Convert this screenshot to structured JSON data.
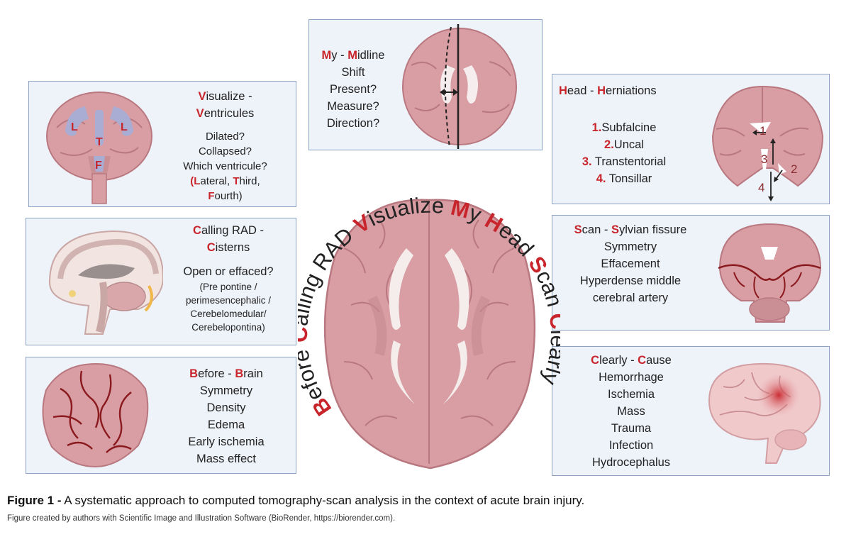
{
  "boxes": {
    "ventricles": {
      "head": {
        "k1": "V",
        "r1": "isualize -",
        "k2": "V",
        "r2": "entricules"
      },
      "lines": [
        "Dilated?",
        "Collapsed?",
        "Which ventricule?"
      ],
      "sub": {
        "o": "(",
        "k1": "L",
        "r1": "ateral, ",
        "k2": "T",
        "r2": "hird,",
        "k3": "F",
        "r3": "ourth)"
      },
      "labels": {
        "l": "L",
        "t": "T",
        "f": "F"
      }
    },
    "cisterns": {
      "head": {
        "k1": "C",
        "r1": "alling RAD -",
        "k2": "C",
        "r2": "isterns"
      },
      "q": "Open or effaced?",
      "lines": [
        "(Pre pontine /",
        "perimesencephalic /",
        "Cerebelomedular/",
        "Cerebelopontina)"
      ]
    },
    "brain": {
      "head": {
        "k1": "B",
        "r1": "efore  - ",
        "k2": "B",
        "r2": "rain"
      },
      "lines": [
        "Symmetry",
        "Density",
        "Edema",
        "Early ischemia",
        "Mass effect"
      ]
    },
    "midline": {
      "head": {
        "k1": "M",
        "r1": "y - ",
        "k2": "M",
        "r2": "idline"
      },
      "lines": [
        "Shift",
        "Present?",
        "Measure?",
        "Direction?"
      ]
    },
    "herniations": {
      "head": {
        "k1": "H",
        "r1": "ead - ",
        "k2": "H",
        "r2": "erniations"
      },
      "items": [
        {
          "n": "1.",
          "t": "Subfalcine"
        },
        {
          "n": "2.",
          "t": "Uncal"
        },
        {
          "n": "3.",
          "t": " Transtentorial"
        },
        {
          "n": "4.",
          "t": " Tonsillar"
        }
      ],
      "arrow_labels": [
        "1",
        "2",
        "3",
        "4"
      ]
    },
    "sylvian": {
      "head": {
        "k1": "S",
        "r1": "can - ",
        "k2": "S",
        "r2": "ylvian fissure"
      },
      "lines": [
        "Symmetry",
        "Effacement",
        "Hyperdense middle",
        "cerebral artery"
      ]
    },
    "cause": {
      "head": {
        "k1": "C",
        "r1": "learly - ",
        "k2": "C",
        "r2": "ause"
      },
      "lines": [
        "Hemorrhage",
        "Ischemia",
        "Mass",
        "Trauma",
        "Infection",
        "Hydrocephalus"
      ]
    }
  },
  "mnemonic": [
    {
      "k": "B",
      "r": "efore "
    },
    {
      "k": "C",
      "r": "alling RAD "
    },
    {
      "k": "V",
      "r": "isualize "
    },
    {
      "k": "M",
      "r": "y "
    },
    {
      "k": "H",
      "r": "ead "
    },
    {
      "k": "S",
      "r": "can "
    },
    {
      "k": "C",
      "r": "learly"
    }
  ],
  "caption": {
    "label": "Figure 1 -",
    "text": " A systematic approach to computed tomography-scan analysis in the context of acute brain injury.",
    "credit": "Figure created by authors with Scientific Image and Illustration Software (BioRender, https://biorender.com)."
  },
  "colors": {
    "accent": "#c8242b",
    "brain": "#d89ea4",
    "brain_dark": "#b97880",
    "box_bg": "#eef2f9",
    "box_border": "#8ea3c4",
    "ventricle": "#a9acd3",
    "vessel": "#8b1a1f"
  }
}
